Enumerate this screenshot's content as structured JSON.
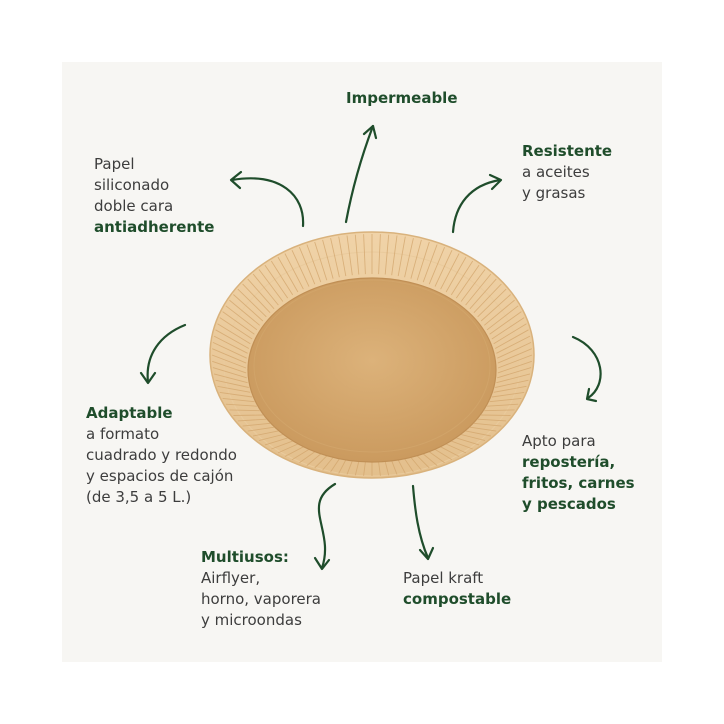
{
  "colors": {
    "accent_green": "#1f4d2b",
    "text_gray": "#3d3d3d",
    "panel_bg": "#f7f6f3",
    "paper_kraft": "#e7c596",
    "paper_base": "#d6aa6e"
  },
  "icons": [
    "curved-arrow-icon"
  ],
  "features": {
    "impermeable": {
      "bold": "Impermeable"
    },
    "siliconado": {
      "line1": "Papel",
      "line2": "siliconado",
      "line3": "doble cara",
      "bold": "antiadherente"
    },
    "resistente": {
      "bold": "Resistente",
      "line1": "a aceites",
      "line2": "y grasas"
    },
    "adaptable": {
      "bold": "Adaptable",
      "line1": "a formato",
      "line2": "cuadrado y redondo",
      "line3": "y espacios de cajón",
      "line4": "(de 3,5 a 5 L.)"
    },
    "apto": {
      "line1": "Apto para",
      "bold1": "repostería,",
      "bold2": "fritos, carnes",
      "bold3": "y pescados"
    },
    "multiusos": {
      "bold": "Multiusos:",
      "line1": "Airflyer,",
      "line2": "horno, vaporera",
      "line3": "y microondas"
    },
    "kraft": {
      "line1": "Papel kraft",
      "bold": "compostable"
    }
  }
}
